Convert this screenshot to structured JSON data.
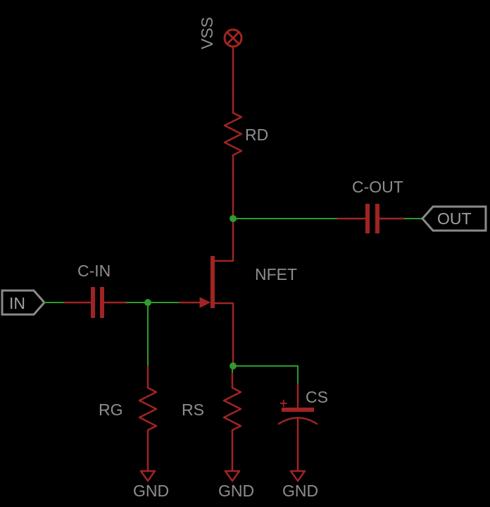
{
  "labels": {
    "vss": "VSS",
    "rd": "RD",
    "c_out": "C-OUT",
    "out": "OUT",
    "c_in": "C-IN",
    "in": "IN",
    "nfet": "NFET",
    "rg": "RG",
    "rs": "RS",
    "cs": "CS",
    "cs_polarity": "+",
    "gnd_rg": "GND",
    "gnd_rs": "GND",
    "gnd_cs": "GND"
  },
  "colors": {
    "background": "#000000",
    "wire": "#2f9a2f",
    "component": "#a02424",
    "label": "#8e8e8e",
    "port": "#8a8a8a"
  },
  "icons": {
    "supply": "vss-supply-icon",
    "ground": "ground-icon"
  }
}
